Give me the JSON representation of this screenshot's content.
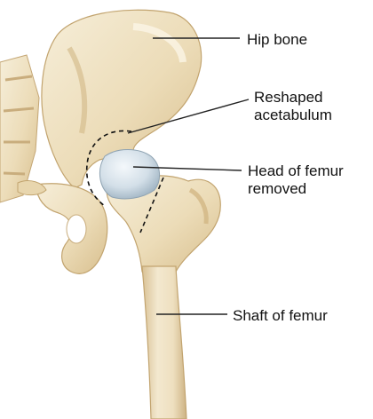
{
  "labels": {
    "hip_bone": "Hip bone",
    "acetabulum_line1": "Reshaped",
    "acetabulum_line2": "acetabulum",
    "head_line1": "Head of femur",
    "head_line2": "removed",
    "shaft": "Shaft of femur"
  },
  "colors": {
    "bone_light": "#f1e6cb",
    "bone_mid": "#e3d0a6",
    "bone_shadow": "#c9ae7c",
    "implant_head": "#d6e2ea",
    "leader_line": "#222222"
  }
}
